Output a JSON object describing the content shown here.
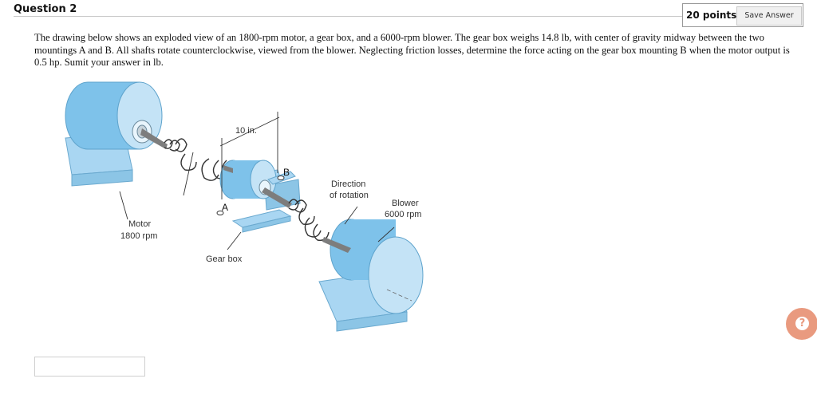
{
  "question": {
    "title": "Question 2",
    "points": "20 points",
    "save_label": "Save Answer",
    "text": "The drawing below shows an exploded view of an 1800-rpm motor, a gear box, and a 6000-rpm blower. The gear box weighs 14.8 lb, with center of gravity midway between the two mountings A and B. All shafts rotate counterclockwise, viewed from the blower. Neglecting friction losses, determine the force acting on the gear box mounting B when the motor output is 0.5 hp. Sumit your answer in lb."
  },
  "figure": {
    "dimension_label": "10 in.",
    "mount_b": "B",
    "mount_a": "A",
    "direction_line1": "Direction",
    "direction_line2": "of rotation",
    "blower_line1": "Blower",
    "blower_line2": "6000 rpm",
    "motor_line1": "Motor",
    "motor_line2": "1800 rpm",
    "gearbox_label": "Gear box"
  },
  "answer": {
    "value": ""
  },
  "help": {
    "icon": "question-icon"
  },
  "colors": {
    "body_blue": "#7ec2ea",
    "face_blue": "#c4e3f6",
    "base_blue": "#a9d6f2",
    "help_accent": "#e99a7f"
  }
}
